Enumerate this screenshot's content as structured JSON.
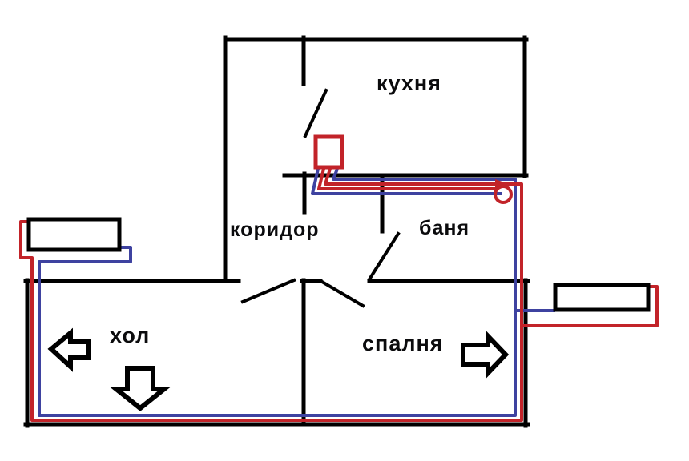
{
  "diagram": {
    "kind": "apartment-floor-plan-with-heating-piping",
    "rooms": [
      {
        "id": "kitchen",
        "label": "кухня"
      },
      {
        "id": "corridor",
        "label": "коридор"
      },
      {
        "id": "bath",
        "label": "баня"
      },
      {
        "id": "hall",
        "label": "хол"
      },
      {
        "id": "bedroom",
        "label": "спалня"
      }
    ],
    "components": {
      "boiler": "boiler-unit",
      "pump": "circulation-pump",
      "radiator_left": "radiator-left",
      "radiator_right": "radiator-right",
      "arrows": [
        "arrow-left",
        "arrow-down",
        "arrow-right"
      ]
    },
    "colors": {
      "wall": "#000000",
      "supply_red": "#c22329",
      "return_blue": "#3e42a0",
      "background": "#ffffff"
    }
  }
}
